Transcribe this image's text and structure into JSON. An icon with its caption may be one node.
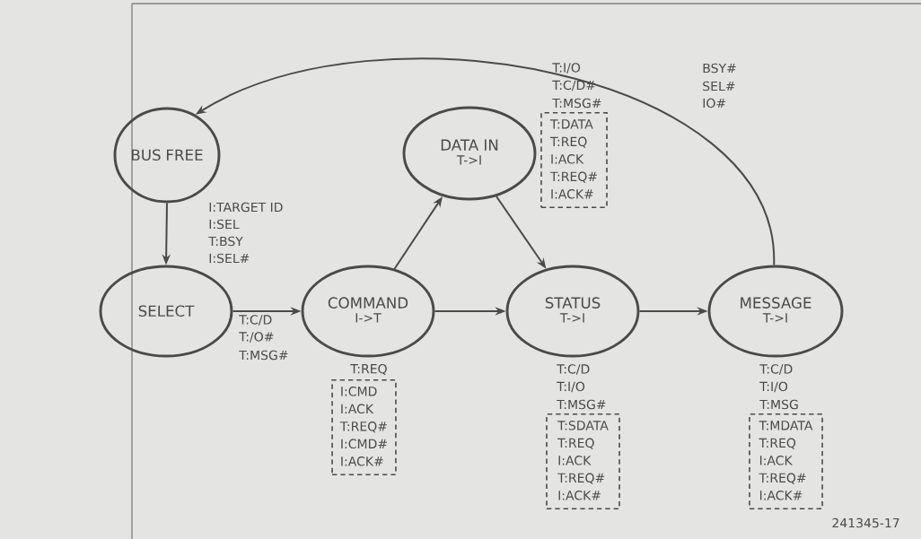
{
  "diagram": {
    "nodes": [
      {
        "text": [
          "BUS FREE"
        ]
      },
      {
        "text": [
          "SELECT"
        ]
      },
      {
        "text": [
          "COMMAND",
          "I->T"
        ],
        "beside": [
          "T:REQ"
        ]
      },
      {
        "text": [
          "DATA IN",
          "T->I"
        ],
        "beside": [
          "T:I/O",
          "T:C/D#",
          "T:MSG#"
        ]
      },
      {
        "text": [
          "STATUS",
          "T->I"
        ],
        "beside": [
          "T:C/D",
          "T:I/O",
          "T:MSG#"
        ]
      },
      {
        "text": [
          "MESSAGE",
          "T->I"
        ],
        "beside": [
          "T:C/D",
          "T:I/O",
          "T:MSG"
        ]
      },
      {
        "text": [
          "T:DATA",
          "T:REQ",
          "I:ACK",
          "T:REQ#",
          "I:ACK#"
        ]
      },
      {
        "text": [
          "I:CMD",
          "I:ACK",
          "T:REQ#",
          "I:CMD#",
          "I:ACK#"
        ]
      },
      {
        "text": [
          "T:SDATA",
          "T:REQ",
          "I:ACK",
          "T:REQ#",
          "I:ACK#"
        ]
      },
      {
        "text": [
          "T:MDATA",
          "T:REQ",
          "I:ACK",
          "T:REQ#",
          "I:ACK#"
        ]
      }
    ],
    "edges": [
      {
        "from": 0,
        "to": 1,
        "arrow": "to"
      },
      {
        "from": 1,
        "to": 2,
        "arrow": "to"
      },
      {
        "from": 2,
        "to": 3,
        "arrow": "to"
      },
      {
        "from": 3,
        "to": 4,
        "arrow": "to"
      },
      {
        "from": 2,
        "to": 4,
        "arrow": "to"
      },
      {
        "from": 4,
        "to": 5,
        "arrow": "to"
      },
      {
        "from": 5,
        "to": 0,
        "arrow": "to"
      }
    ],
    "labels": [
      "BSY#",
      "SEL#",
      "IO#",
      "I:TARGET ID",
      "I:SEL",
      "T:BSY",
      "I:SEL#",
      "T:C/D",
      "T:/O#",
      "T:MSG#",
      "241345-17"
    ]
  }
}
